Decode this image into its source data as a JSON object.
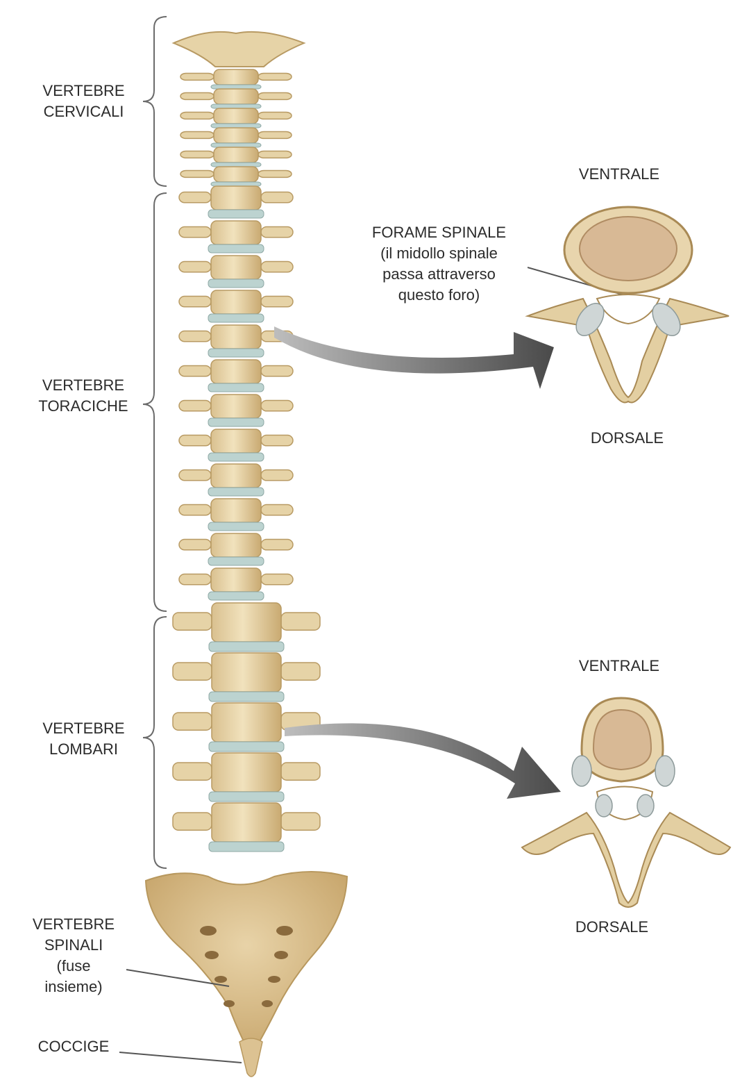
{
  "labels": {
    "cervical": [
      "VERTEBRE",
      "CERVICALI"
    ],
    "thoracic": [
      "VERTEBRE",
      "TORACICHE"
    ],
    "lumbar": [
      "VERTEBRE",
      "LOMBARI"
    ],
    "sacral": [
      "VERTEBRE",
      "SPINALI",
      "(fuse",
      "insieme)"
    ],
    "coccyx": "COCCIGE",
    "foramen": [
      "FORAME SPINALE",
      "(il midollo spinale",
      "passa attraverso",
      "questo foro)"
    ],
    "top_ventral": "VENTRALE",
    "top_dorsal": "DORSALE",
    "bottom_ventral": "VENTRALE",
    "bottom_dorsal": "DORSALE"
  },
  "colors": {
    "bone": "#e6d3a7",
    "bone_dark": "#b89a63",
    "disc": "#bcd3d0",
    "sacrum": "#d7bc8a",
    "arrow": "#555555",
    "text": "#2b2b2b"
  }
}
